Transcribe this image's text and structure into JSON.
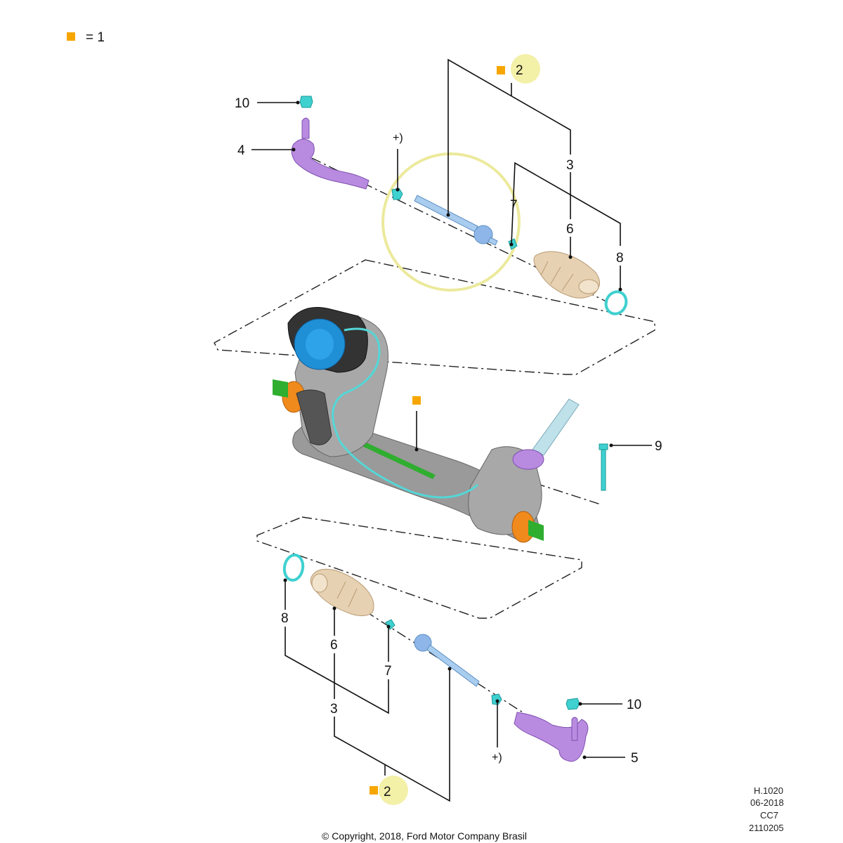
{
  "legend": {
    "text": "= 1",
    "marker_color": "#f7a600"
  },
  "colors": {
    "highlight": "#f3f0a8",
    "highlight_stroke": "#e7e38d",
    "tie_rod_end": "#b98be0",
    "inner_tie_rod": "#a9cdef",
    "boot": "#e6d1b2",
    "clip": "#3fd0d0",
    "motor": "#1f8fd6",
    "housing": "#9a9a9a",
    "orange_part": "#f08a1c",
    "green_shaft": "#2fae2f"
  },
  "callouts": {
    "top": {
      "c10": "10",
      "c4": "4",
      "c_plus": "+)",
      "c3": "3",
      "c7": "7",
      "c6": "6",
      "c8": "8",
      "c2": "2"
    },
    "right": {
      "c9": "9"
    },
    "bottom": {
      "c8": "8",
      "c6": "6",
      "c7": "7",
      "c3": "3",
      "c2": "2",
      "c10": "10",
      "c5": "5",
      "c_plus": "+)"
    }
  },
  "reference_block": [
    "H.1020",
    "06-2018",
    "CC7",
    "2110205"
  ],
  "copyright": "© Copyright, 2018, Ford Motor Company Brasil"
}
